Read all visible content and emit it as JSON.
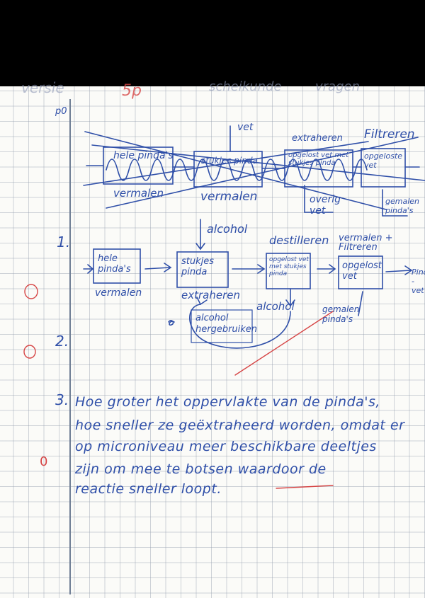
{
  "header": {
    "partial_left": "versie",
    "partial_red": "5p",
    "partial_mid": "scheikunde",
    "partial_right": "vragen"
  },
  "margin": {
    "marker": "p0"
  },
  "crossed_out_diagram": {
    "labels": {
      "whole": "hele pinda's",
      "pieces": "stukjes pinda",
      "dissolved": "opgelost vet met stukjes pinda",
      "fat": "opgeloste vet",
      "milling": "vermalen",
      "milling2": "vermalen",
      "fat_input": "vet",
      "extract": "extraheren",
      "filter": "Filtreren",
      "remaining": "overig vet",
      "ground": "gemalen pinda's"
    }
  },
  "question1": {
    "number": "1.",
    "boxes": {
      "whole": "hele pinda's",
      "pieces": "stukjes pinda",
      "dissolved": "opgelost vet met stukjes pinda",
      "fat": "opgelost vet"
    },
    "labels": {
      "milling": "vermalen",
      "alcohol_in": "alcohol",
      "extract": "extraheren",
      "distill": "destilleren",
      "milling_filter": "vermalen + Filtreren",
      "alcohol_out": "alcohol",
      "reuse": "alcohol hergebruiken",
      "ground": "gemalen pinda's",
      "output": "Pinda -vet"
    },
    "score": "0"
  },
  "question2": {
    "number": "2.",
    "score": "0"
  },
  "question3": {
    "number": "3.",
    "score": "0",
    "lines": [
      "Hoe groter het oppervlakte van de pinda's,",
      "hoe sneller ze geëxtraheerd worden, omdat er",
      "op microniveau meer beschikbare deeltjes",
      "zijn om mee te botsen waardoor de",
      "reactie sneller loopt."
    ]
  },
  "colors": {
    "ink": "#2f4fa8",
    "red_pen": "#d64545",
    "background": "#fbfbf8"
  }
}
